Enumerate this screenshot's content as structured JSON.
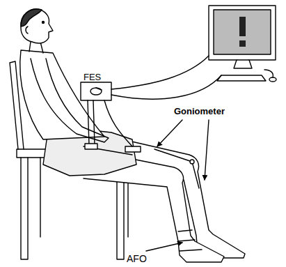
{
  "diagram": {
    "labels": [
      "FES",
      "Goniometer",
      "AFO"
    ]
  }
}
